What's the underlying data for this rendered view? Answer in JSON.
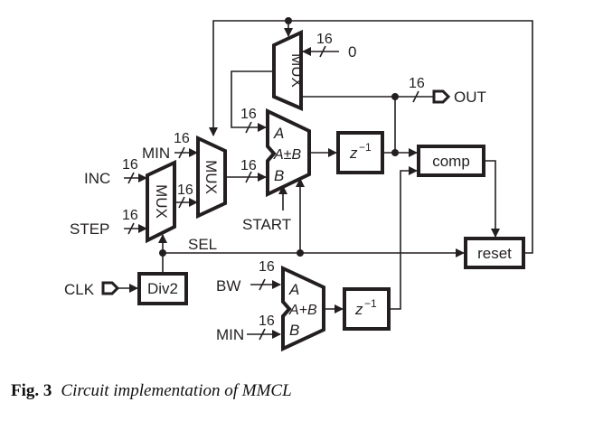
{
  "figure": {
    "caption_label": "Fig. 3",
    "caption_text": "Circuit implementation of MMCL"
  },
  "inputs": {
    "inc": "INC",
    "step": "STEP",
    "min_top": "MIN",
    "zero": "0",
    "start": "START",
    "clk": "CLK",
    "bw": "BW",
    "min_bottom": "MIN"
  },
  "outputs": {
    "out": "OUT"
  },
  "signals": {
    "sel": "SEL"
  },
  "bus_width": "16",
  "blocks": {
    "mux": "MUX",
    "adder_a": "A",
    "adder_b": "B",
    "adder_op_pm": "A±B",
    "adder_op_plus": "A+B",
    "delay_z": "z",
    "delay_exp": "−1",
    "comp": "comp",
    "reset": "reset",
    "div2": "Div2"
  }
}
